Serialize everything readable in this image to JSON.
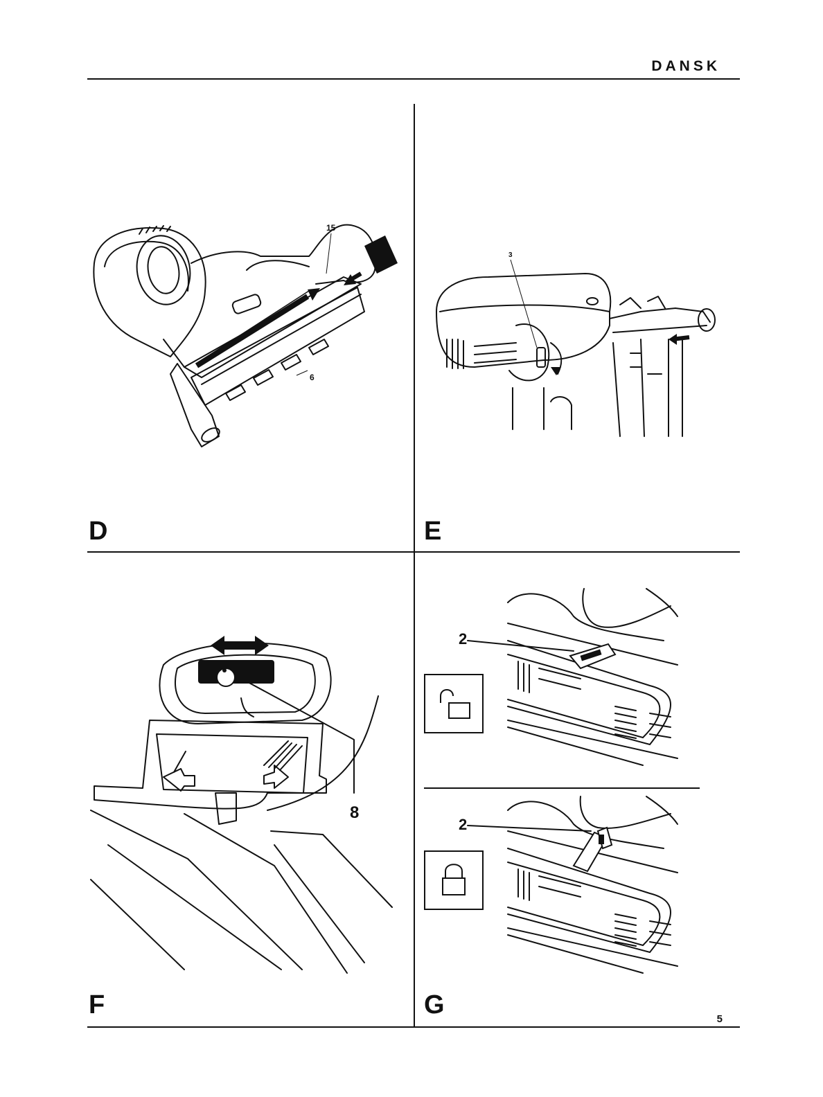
{
  "header": {
    "language": "DANSK"
  },
  "panels": {
    "d": {
      "letter": "D",
      "callouts": [
        "15",
        "6"
      ]
    },
    "e": {
      "letter": "E",
      "callouts": [
        "3"
      ]
    },
    "f": {
      "letter": "F",
      "callouts": [
        "8"
      ]
    },
    "g": {
      "letter": "G",
      "callouts": [
        "2",
        "2"
      ]
    }
  },
  "icons": {
    "unlock": "padlock-open-icon",
    "lock": "padlock-closed-icon"
  },
  "footer": {
    "page_number": "5"
  }
}
